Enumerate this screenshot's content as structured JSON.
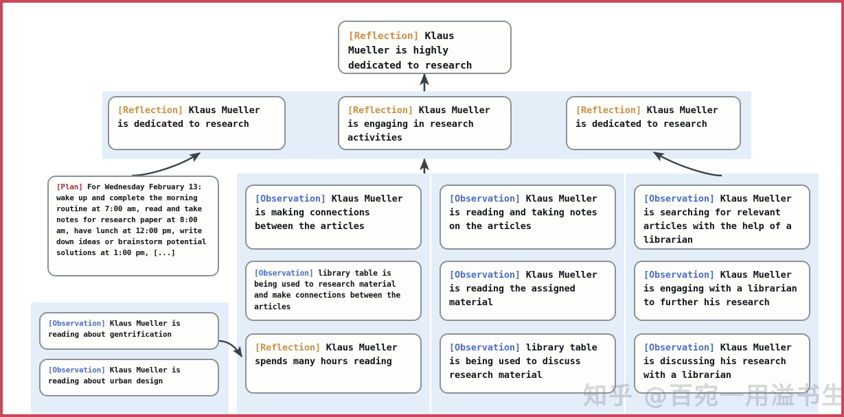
{
  "frame": {
    "border_color": "#c9485b",
    "background": "#ffffff"
  },
  "colors": {
    "panel_blue": "#e4eef9",
    "node_border": "#8c9196",
    "node_fill": "#fdfdfb",
    "tag_reflection": "#c8924a",
    "tag_observation": "#4a6fc4",
    "tag_plan": "#a8323c",
    "arrow": "#3c4146"
  },
  "tags": {
    "reflection": "[Reflection]",
    "observation": "[Observation]",
    "plan": "[Plan]"
  },
  "root": {
    "tag": "[Reflection]",
    "text": " Klaus Mueller is highly dedicated to research"
  },
  "reflections": [
    {
      "tag": "[Reflection]",
      "text": " Klaus Mueller is dedicated to research"
    },
    {
      "tag": "[Reflection]",
      "text": " Klaus Mueller is engaging in research activities"
    },
    {
      "tag": "[Reflection]",
      "text": " Klaus Mueller is dedicated to research"
    }
  ],
  "plan": {
    "tag": "[Plan]",
    "text": " For Wednesday February 13: wake up and complete the morning routine at 7:00 am, read and take notes for research paper at 8:00 am, have lunch at 12:00 pm, write down ideas or brainstorm potential solutions at 1:00 pm, [...]"
  },
  "left_observations": [
    {
      "tag": "[Observation]",
      "text": " Klaus Mueller is reading about gentrification"
    },
    {
      "tag": "[Observation]",
      "text": " Klaus Mueller is reading about urban design"
    }
  ],
  "column_a": [
    {
      "tag": "[Observation]",
      "text": " Klaus Mueller is making connections between the articles"
    },
    {
      "tag": "[Observation]",
      "text": " library table is being used to research material and make connections between the articles"
    },
    {
      "tag": "[Reflection]",
      "text": " Klaus Mueller spends many hours reading"
    }
  ],
  "column_b": [
    {
      "tag": "[Observation]",
      "text": " Klaus Mueller is reading and taking notes on the articles"
    },
    {
      "tag": "[Observation]",
      "text": " Klaus Mueller is reading the assigned material"
    },
    {
      "tag": "[Observation]",
      "text": " library table is being used to discuss research material"
    }
  ],
  "column_c": [
    {
      "tag": "[Observation]",
      "text": " Klaus Mueller is searching for relevant articles with the help of a librarian"
    },
    {
      "tag": "[Observation]",
      "text": " Klaus Mueller is engaging with a librarian to further his research"
    },
    {
      "tag": "[Observation]",
      "text": " Klaus Mueller is discussing his research with a librarian"
    }
  ],
  "watermark": {
    "text": "知乎 @百宛一用溢书生"
  }
}
